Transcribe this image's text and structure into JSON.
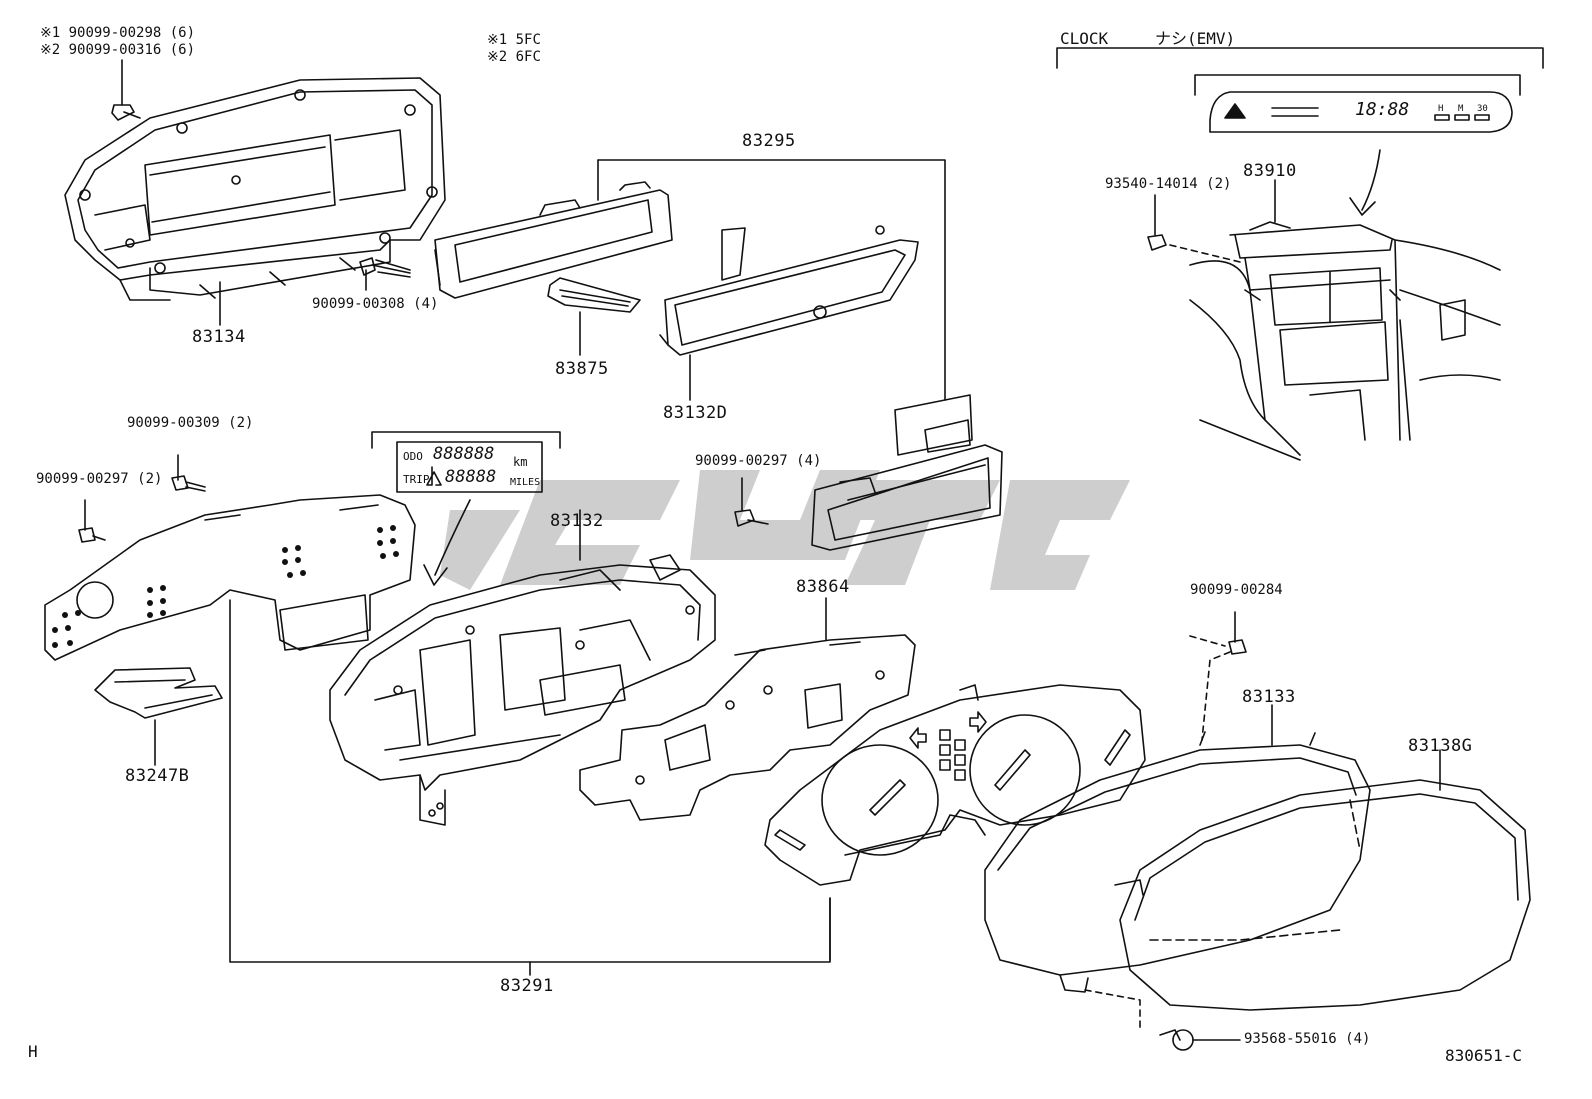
{
  "notes": {
    "fastener_1": "※1 90099-00298 (6)",
    "fastener_2": "※2 90099-00316 (6)",
    "variant_1": "※1 5FC",
    "variant_2": "※2 6FC"
  },
  "clock": {
    "label": "CLOCK",
    "variant": "ナシ(EMV)",
    "display_time": "18:88",
    "display_h": "H",
    "display_m": "M",
    "display_set": "30"
  },
  "odo_display": {
    "odo_label": "ODO",
    "odo_digits": "888888",
    "odo_unit": "km",
    "trip_label": "TRIP",
    "trip_digits": "88888",
    "trip_unit": "MILES"
  },
  "parts": {
    "p83134": "83134",
    "p90099_00308": "90099-00308 (4)",
    "p83295": "83295",
    "p83875": "83875",
    "p83132D": "83132D",
    "p93540": "93540-14014 (2)",
    "p83910": "83910",
    "p90099_00309": "90099-00309 (2)",
    "p90099_00297_2": "90099-00297 (2)",
    "p90099_00297_4": "90099-00297 (4)",
    "p83132": "83132",
    "p83864": "83864",
    "p90099_00284": "90099-00284",
    "p83133": "83133",
    "p83138G": "83138G",
    "p83247B": "83247B",
    "p83291": "83291",
    "p93568": "93568-55016 (4)"
  },
  "footer": {
    "page_letter": "H",
    "drawing_number": "830651-C"
  },
  "colors": {
    "line": "#111111",
    "watermark": "#c8c8c8"
  }
}
